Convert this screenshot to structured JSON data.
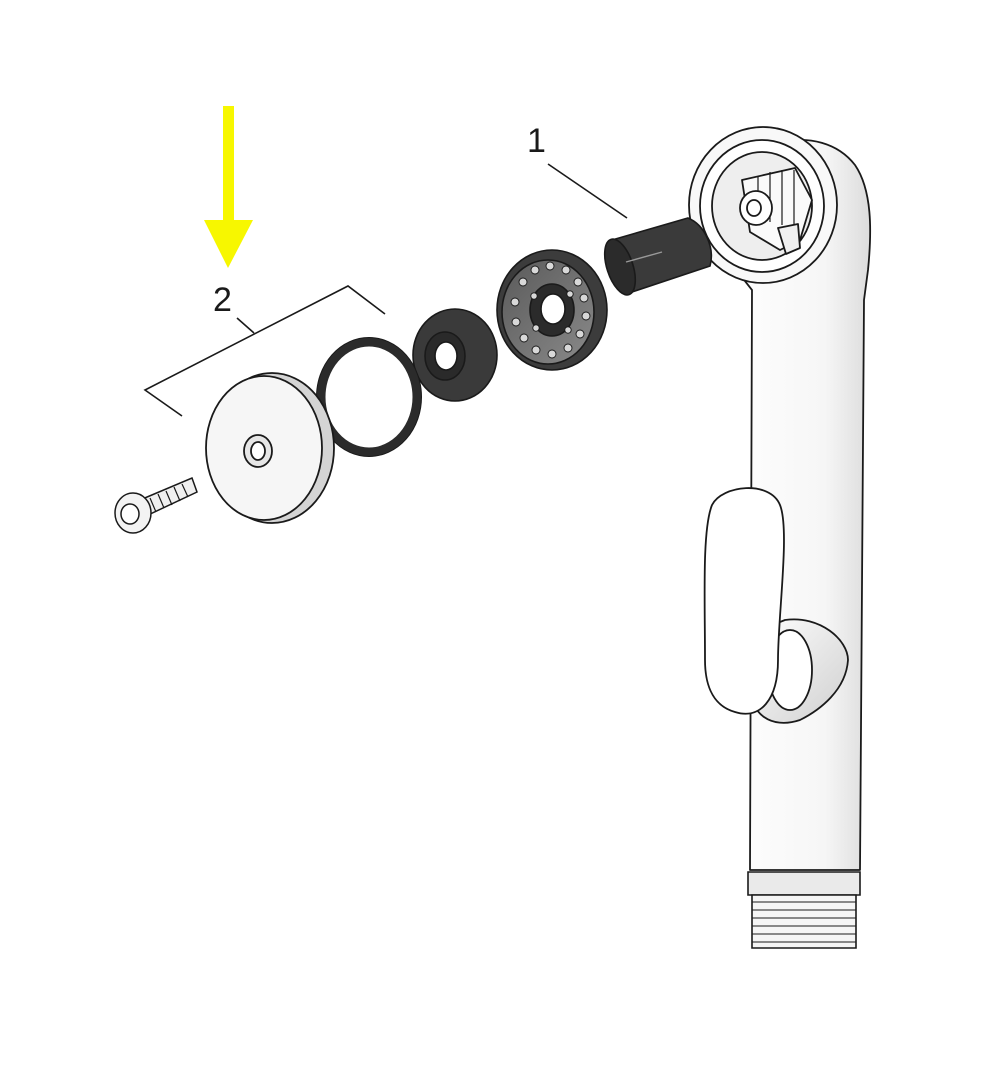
{
  "callouts": [
    {
      "id": "1",
      "label": "1"
    },
    {
      "id": "2",
      "label": "2"
    }
  ],
  "colors": {
    "arrow": "#F7F700",
    "outline": "#1a1a1a",
    "dark_part": "#2b2b2b",
    "light_part": "#f4f4f4",
    "mid_grey": "#bdbdbd"
  },
  "icons": {
    "highlight_arrow": "down-arrow-icon"
  }
}
